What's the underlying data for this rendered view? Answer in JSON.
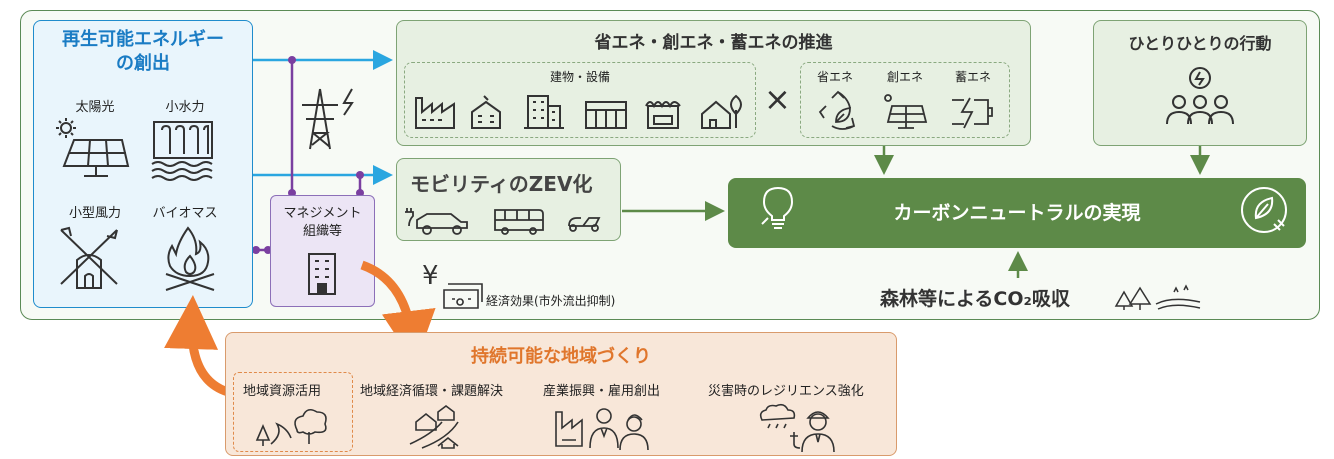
{
  "renewable": {
    "title_line1": "再生可能エネルギー",
    "title_line2": "の創出",
    "solar": "太陽光",
    "hydro": "小水力",
    "wind": "小型風力",
    "biomass": "バイオマス"
  },
  "management": {
    "line1": "マネジメント",
    "line2": "組織等"
  },
  "saving": {
    "title": "省エネ・創エネ・蓄エネの推進",
    "buildings_label": "建物・設備",
    "cross": "×",
    "save": "省エネ",
    "create": "創エネ",
    "store": "蓄エネ"
  },
  "mobility": {
    "title": "モビリティのZEV化"
  },
  "individual": {
    "title": "ひとりひとりの行動"
  },
  "carbon_neutral": {
    "title": "カーボンニュートラルの実現"
  },
  "forest": {
    "title": "森林等によるCO₂吸収"
  },
  "economy": {
    "yen": "¥",
    "label": "経済効果(市外流出抑制)"
  },
  "sustainable": {
    "title": "持続可能な地域づくり",
    "local_resources": "地域資源活用",
    "circulation": "地域経済循環・課題解決",
    "industry": "産業振興・雇用創出",
    "resilience": "災害時のレジリエンス強化"
  },
  "colors": {
    "renewable_blue": "#1a7cc4",
    "green_dark": "#5d8a48",
    "orange": "#e0762c",
    "purple": "#7a3fa0",
    "arrow_blue": "#2aa6e0"
  }
}
